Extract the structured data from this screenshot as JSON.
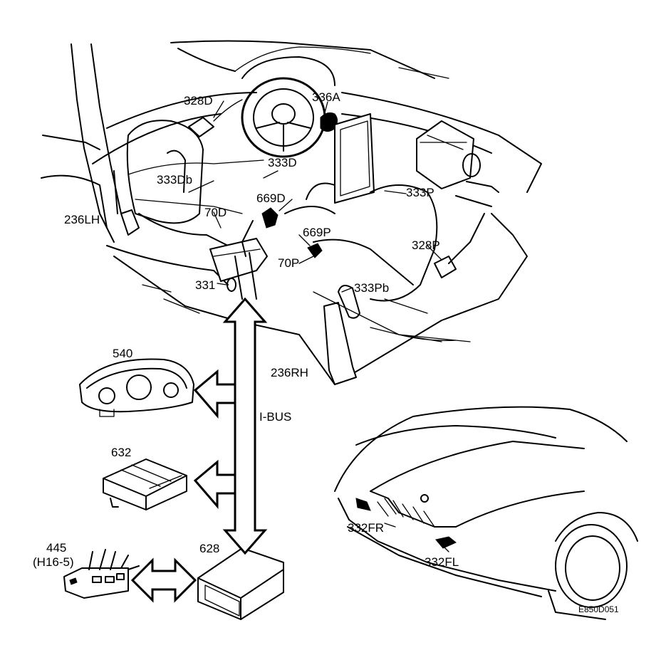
{
  "labels": {
    "l_328D": "328D",
    "l_336A": "336A",
    "l_333Db": "333Db",
    "l_333D": "333D",
    "l_669D": "669D",
    "l_333P": "333P",
    "l_70D": "70D",
    "l_236LH": "236LH",
    "l_669P": "669P",
    "l_328P": "328P",
    "l_70P": "70P",
    "l_331": "331",
    "l_333Pb": "333Pb",
    "l_540": "540",
    "l_236RH": "236RH",
    "l_ibus": "I-BUS",
    "l_632": "632",
    "l_332FR": "332FR",
    "l_445": "445",
    "l_h165": "(H16-5)",
    "l_628": "628",
    "l_332FL": "332FL",
    "l_code": "E850D051"
  },
  "icons": [
    "instrument-cluster-icon",
    "control-module-icon",
    "sensing-module-icon",
    "connector-icon",
    "steering-wheel-icon",
    "airbag-module-icon",
    "car-front-icon"
  ]
}
